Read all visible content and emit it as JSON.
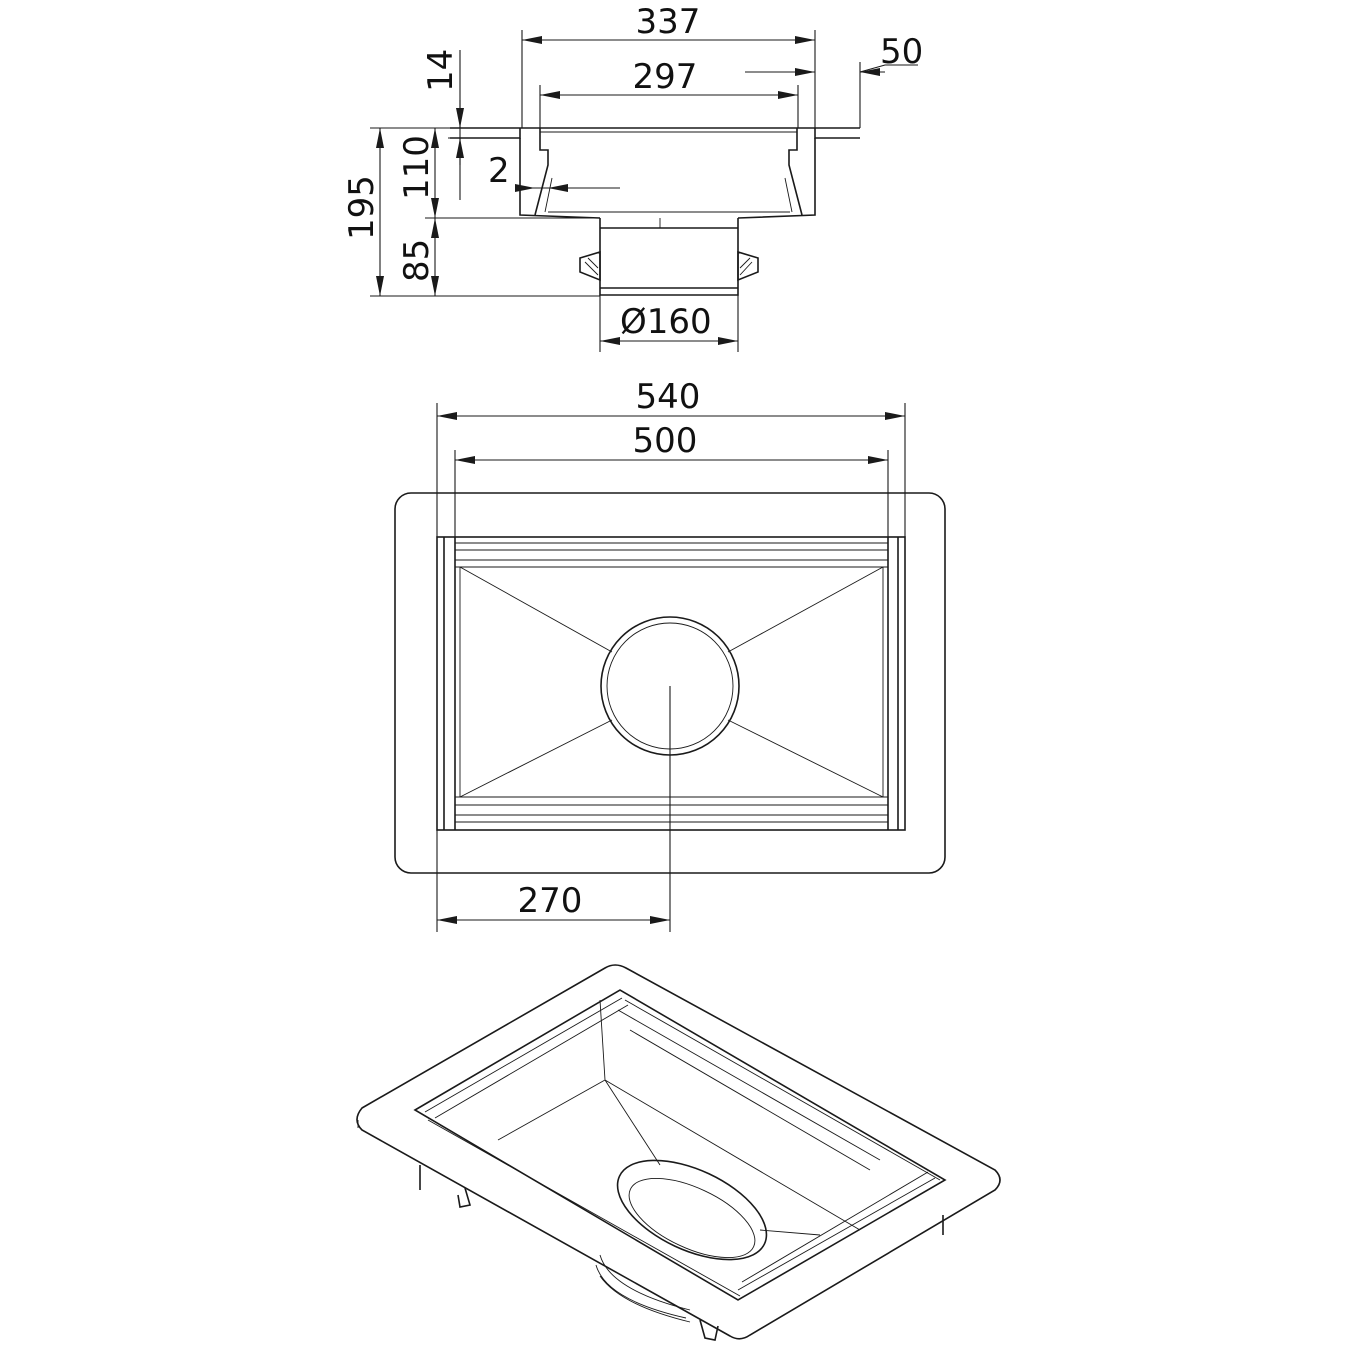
{
  "section_view": {
    "dims": {
      "overall_width": "337",
      "inner_width": "297",
      "flange_offset": "50",
      "flange_height": "14",
      "wall_gap": "2",
      "body_depth": "110",
      "total_height": "195",
      "outlet_length": "85",
      "outlet_diameter": "Ø160"
    }
  },
  "plan_view": {
    "dims": {
      "overall_length": "540",
      "inner_length": "500",
      "outlet_offset": "270"
    }
  },
  "colors": {
    "line": "#1a1a1a",
    "background": "#ffffff"
  }
}
